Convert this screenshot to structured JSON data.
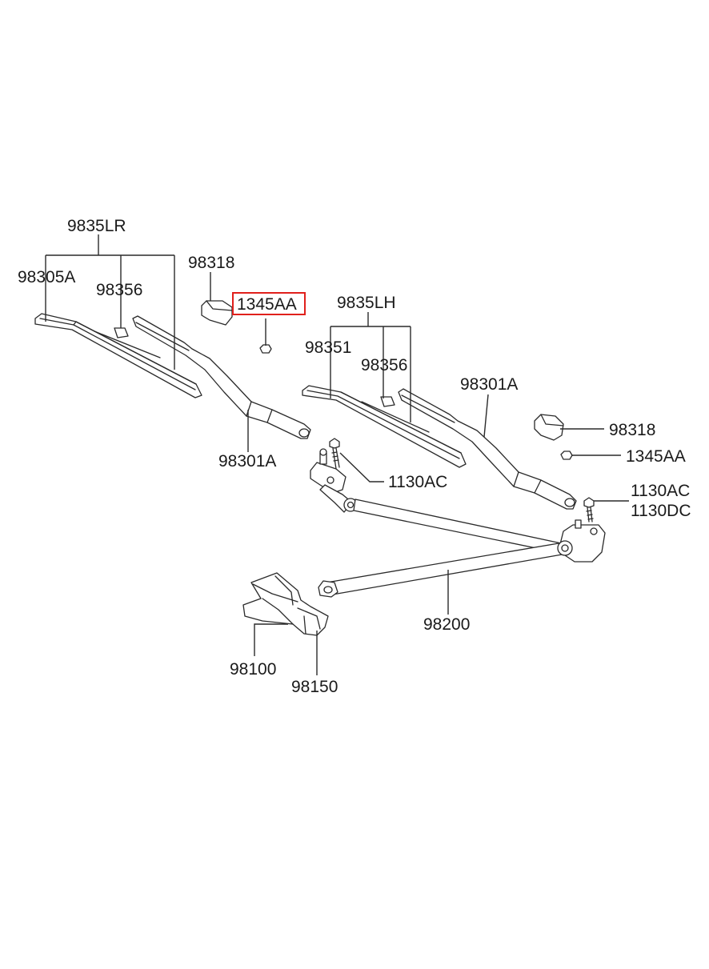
{
  "diagram": {
    "highlight_color": "#e0201c",
    "line_color": "#2a2a2a",
    "labels": {
      "l_9835LR": "9835LR",
      "l_98305A": "98305A",
      "l_98356_left": "98356",
      "l_98318_top": "98318",
      "l_1345AA_highlight": "1345AA",
      "l_9835LH": "9835LH",
      "l_98351": "98351",
      "l_98356_right": "98356",
      "l_98301A_right": "98301A",
      "l_98318_right": "98318",
      "l_1345AA_right": "1345AA",
      "l_98301A_left": "98301A",
      "l_1130AC_left": "1130AC",
      "l_1130AC_right": "1130AC",
      "l_1130DC": "1130DC",
      "l_98200": "98200",
      "l_98100": "98100",
      "l_98150": "98150"
    }
  }
}
